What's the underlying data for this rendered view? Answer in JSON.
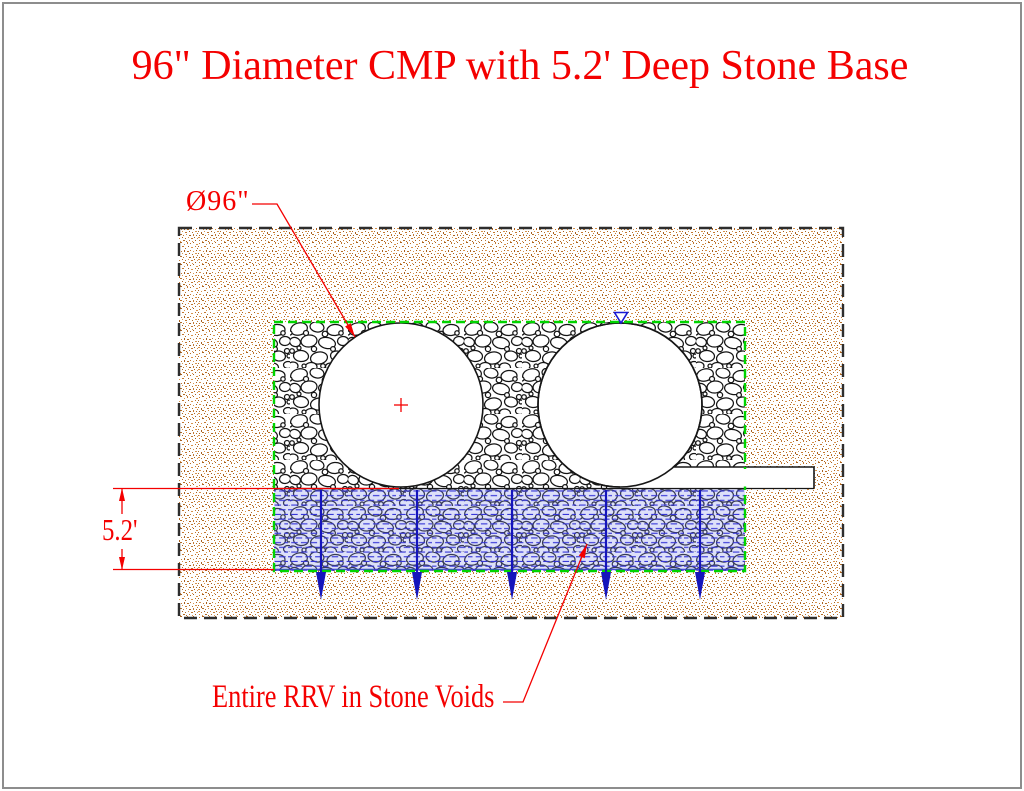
{
  "drawing": {
    "title": "96\" Diameter CMP with 5.2' Deep Stone Base",
    "annotations": {
      "diameter_label": "Ø96\"",
      "depth_label": "5.2'",
      "rrv_label": "Entire RRV in Stone Voids"
    },
    "colors": {
      "annotation_red": "#f40000",
      "excavation_limit_green": "#00d400",
      "water_blue": "#2222cc",
      "soil_brown": "#c07830",
      "line_black": "#1a1a1a",
      "frame_gray": "#8d8d8d"
    }
  }
}
